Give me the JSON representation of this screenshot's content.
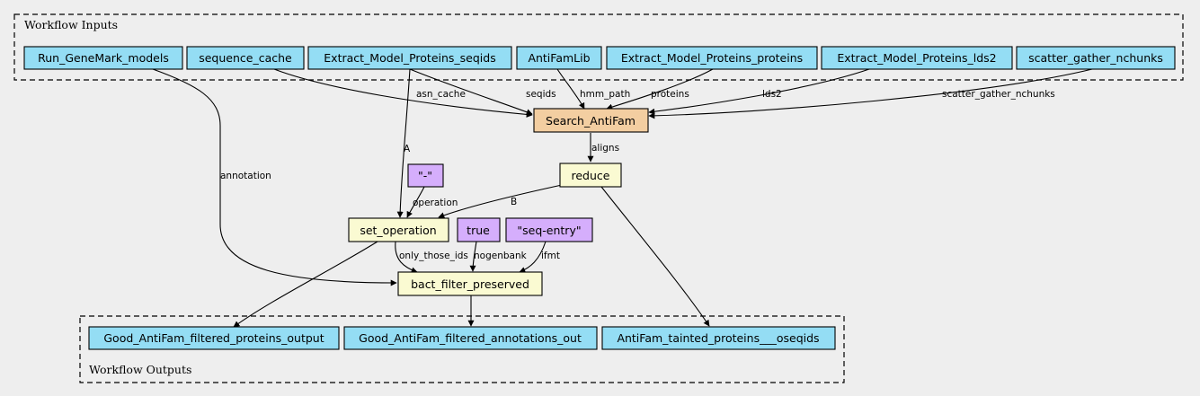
{
  "clusters": {
    "inputs": "Workflow Inputs",
    "outputs": "Workflow Outputs"
  },
  "colors": {
    "background": "#eeeeee",
    "io_node": "#94ddf4",
    "step_node": "#f3cea1",
    "op_node": "lightgoldenrodyellow",
    "const_node": "#d5aefc"
  },
  "nodes": {
    "run_genemark": "Run_GeneMark_models",
    "sequence_cache": "sequence_cache",
    "emp_seqids": "Extract_Model_Proteins_seqids",
    "antifamlib": "AntiFamLib",
    "emp_proteins": "Extract_Model_Proteins_proteins",
    "emp_lds2": "Extract_Model_Proteins_lds2",
    "scatter_gather": "scatter_gather_nchunks",
    "search_antifam": "Search_AntiFam",
    "reduce": "reduce",
    "dash_const": "\"-\"",
    "set_operation": "set_operation",
    "true_const": "true",
    "seq_entry_const": "\"seq-entry\"",
    "bact_filter": "bact_filter_preserved",
    "out_proteins": "Good_AntiFam_filtered_proteins_output",
    "out_annotations": "Good_AntiFam_filtered_annotations_out",
    "out_tainted": "AntiFam_tainted_proteins___oseqids"
  },
  "edges": {
    "asn_cache": "asn_cache",
    "seqids": "seqids",
    "hmm_path": "hmm_path",
    "proteins": "proteins",
    "lds2": "lds2",
    "scatter_gather_nchunks": "scatter_gather_nchunks",
    "aligns": "aligns",
    "A": "A",
    "B": "B",
    "operation": "operation",
    "annotation": "annotation",
    "only_those_ids": "only_those_ids",
    "nogenbank": "nogenbank",
    "ifmt": "ifmt"
  }
}
